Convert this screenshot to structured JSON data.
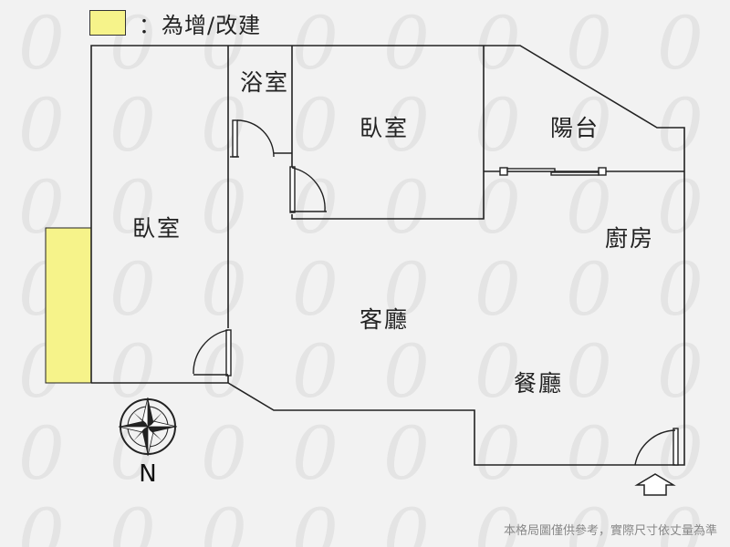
{
  "legend": {
    "swatch_color": "#f6f38a",
    "text": "：為增/改建"
  },
  "rooms": {
    "bathroom": "浴室",
    "bedroom_top": "臥室",
    "balcony": "陽台",
    "bedroom_left": "臥室",
    "kitchen": "廚房",
    "living_room": "客廳",
    "dining_room": "餐廳"
  },
  "compass": {
    "north_label": "N"
  },
  "disclaimer": "本格局圖僅供參考，實際尺寸依丈量為準",
  "colors": {
    "wall": "#222222",
    "extension": "#f6f38a",
    "background": "#f2f2f2"
  }
}
